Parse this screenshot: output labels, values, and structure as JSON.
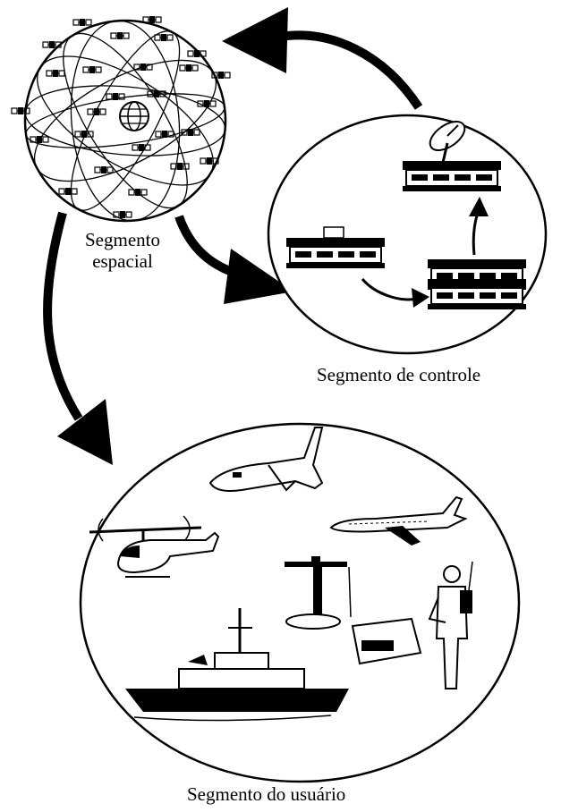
{
  "labels": {
    "space_segment_line1": "Segmento",
    "space_segment_line2": "espacial",
    "control_segment": "Segmento de controle",
    "user_segment": "Segmento do usuário"
  },
  "icons": [
    "satellite-icon",
    "globe-icon",
    "antenna-dish-icon",
    "station-icon",
    "space-shuttle-icon",
    "airplane-icon",
    "helicopter-icon",
    "gps-receiver-icon",
    "person-with-receiver-icon",
    "ship-icon"
  ],
  "colors": {
    "ink": "#000000",
    "background": "#ffffff"
  }
}
